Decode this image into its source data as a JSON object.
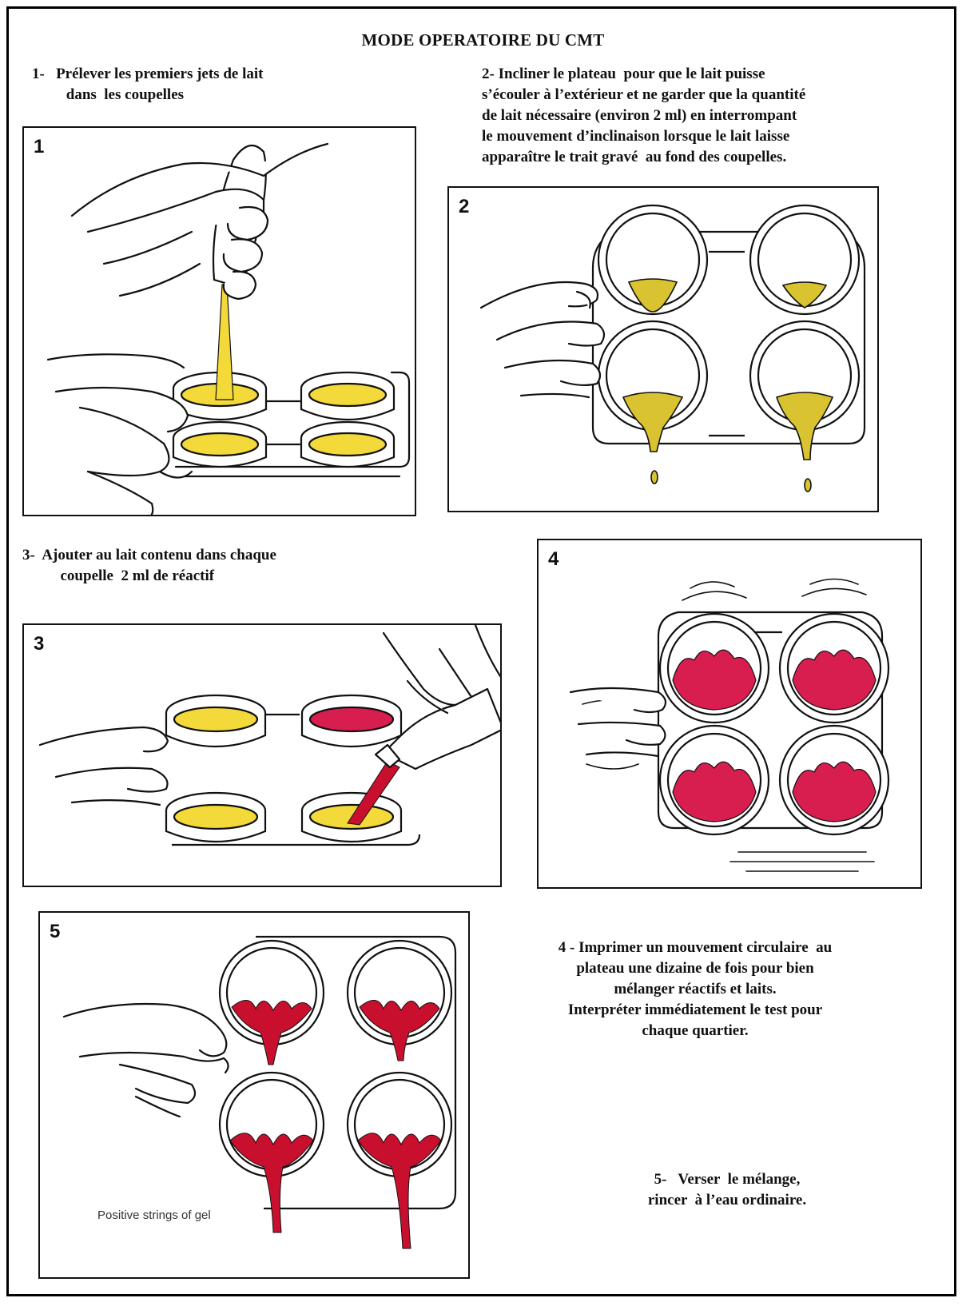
{
  "document": {
    "title": "MODE OPERATOIRE DU CMT",
    "steps": {
      "s1": "1-   Prélever les premiers jets de lait\n         dans  les coupelles",
      "s2": "2- Incliner le plateau  pour que le lait puisse\ns’écouler à l’extérieur et ne garder que la quantité\nde lait nécessaire (environ 2 ml) en interrompant\nle mouvement d’inclinaison lorsque le lait laisse\napparaître le trait gravé  au fond des coupelles.",
      "s3": "3-  Ajouter au lait contenu dans chaque\n          coupelle  2 ml de réactif",
      "s4": "4 - Imprimer un mouvement circulaire  au\nplateau une dizaine de fois pour bien\nmélanger réactifs et laits.\nInterpréter immédiatement le test pour\nchaque quartier.",
      "s5": "5-   Verser  le mélange,\nrincer  à l’eau ordinaire."
    },
    "panels": [
      {
        "number": "1"
      },
      {
        "number": "2"
      },
      {
        "number": "3"
      },
      {
        "number": "4"
      },
      {
        "number": "5",
        "caption": "Positive strings of gel"
      }
    ],
    "colors": {
      "milk": "#f3d93a",
      "reagent": "#d81e4e",
      "gel": "#c8102e",
      "ink": "#111111"
    }
  }
}
